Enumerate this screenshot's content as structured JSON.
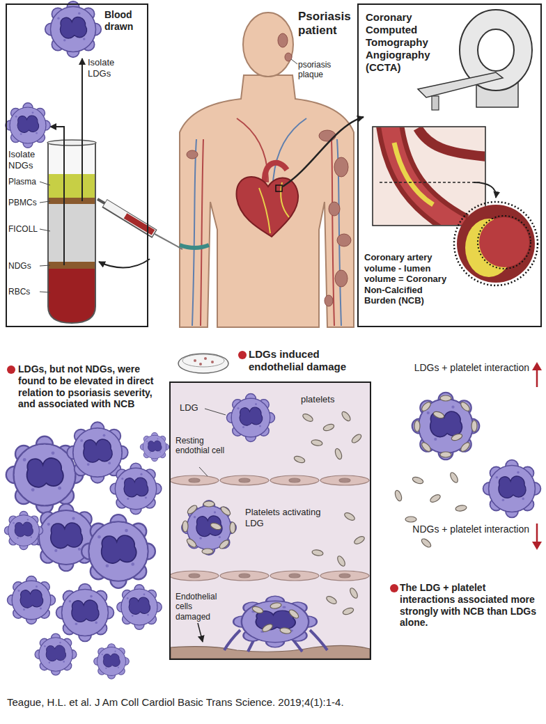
{
  "diagram": {
    "title": "Psoriasis patient",
    "caption": "Teague, H.L. et al. J Am Coll Cardiol Basic Trans Science. 2019;4(1):1-4.",
    "nodes": [
      {
        "text": [
          "Blood drawn"
        ]
      },
      {
        "text": [
          "Coronary Computed Tomography Angiography (CCTA)",
          "Coronary artery volume - lumen volume = Coronary Non-Calcified Burden (NCB)"
        ]
      },
      {
        "text": [
          "LDGs induced endothelial damage"
        ]
      }
    ],
    "labels": [
      "psoriasis plaque",
      "Isolate LDGs",
      "Isolate NDGs",
      "Plasma",
      "PBMCs",
      "FICOLL",
      "NDGs",
      "RBCs",
      "LDGs, but not NDGs, were found to be elevated in direct relation to psoriasis severity, and associated with NCB",
      "LDG",
      "platelets",
      "Resting endothial cell",
      "Platelets activating LDG",
      "Endothelial cells damaged",
      "LDGs + platelet interaction",
      "NDGs + platelet interaction",
      "The LDG + platelet interactions associated more strongly with NCB than LDGs alone."
    ]
  }
}
